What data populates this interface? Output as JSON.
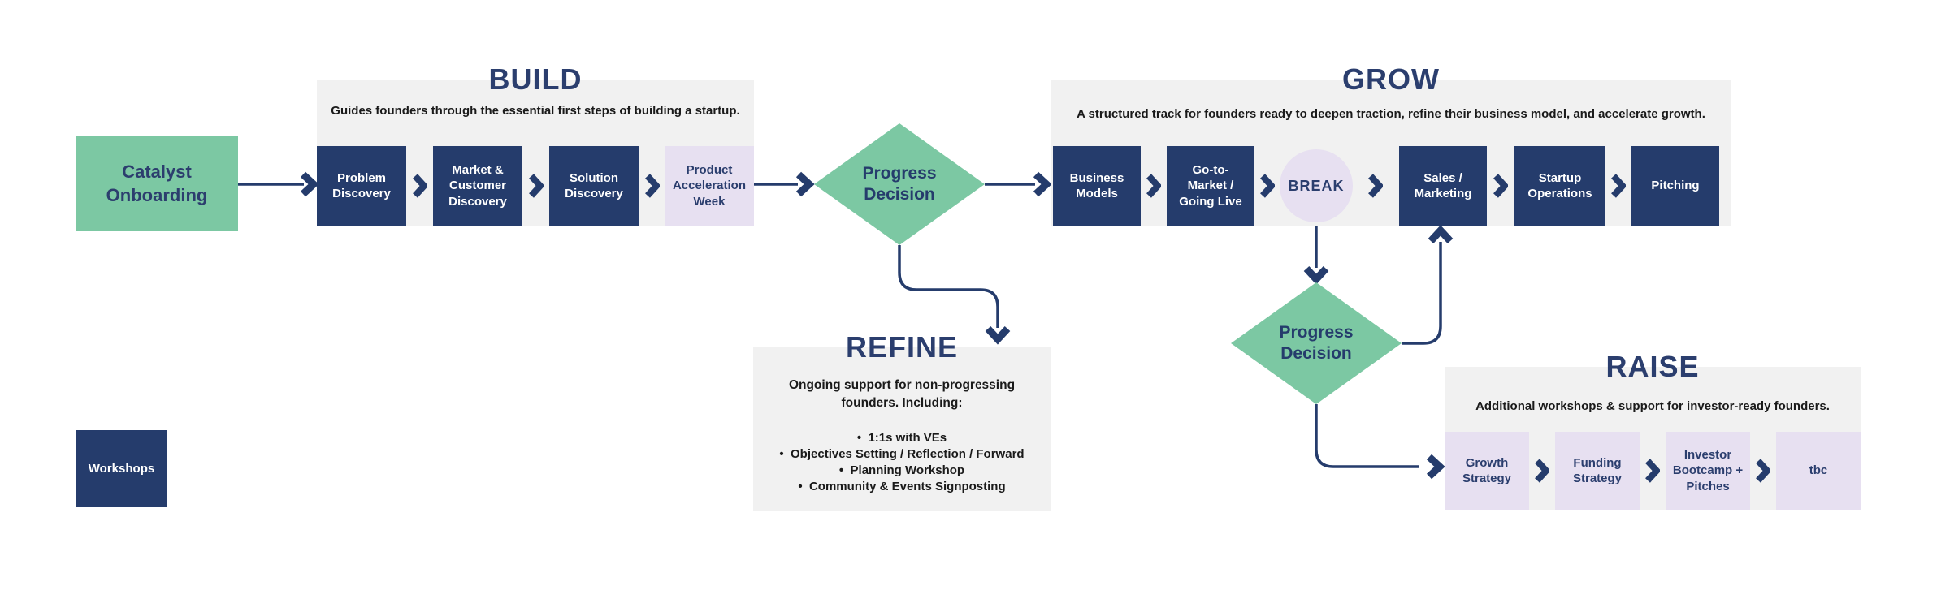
{
  "palette": {
    "navy": "#253c6c",
    "green": "#7cc8a3",
    "lavender": "#e7e0f1",
    "panel_gray": "#f1f1f1",
    "title_navy": "#2b3e6e",
    "text_dark": "#1a1a1a"
  },
  "start": {
    "label": "Catalyst Onboarding"
  },
  "legend": {
    "workshops_label": "Workshops"
  },
  "decision1": {
    "label": "Progress Decision"
  },
  "decision2": {
    "label": "Progress Decision"
  },
  "build": {
    "title": "BUILD",
    "subtitle": "Guides founders through the essential first steps of building a startup.",
    "steps": [
      {
        "label": "Problem Discovery"
      },
      {
        "label": "Market & Customer Discovery"
      },
      {
        "label": "Solution Discovery"
      },
      {
        "label": "Product Acceleration Week"
      }
    ]
  },
  "grow": {
    "title": "GROW",
    "subtitle": "A structured track for founders ready to deepen traction, refine their business model, and accelerate growth.",
    "steps": [
      {
        "label": "Business Models"
      },
      {
        "label": "Go-to-Market / Going Live"
      },
      {
        "label": "BREAK"
      },
      {
        "label": "Sales / Marketing"
      },
      {
        "label": "Startup Operations"
      },
      {
        "label": "Pitching"
      }
    ]
  },
  "refine": {
    "title": "REFINE",
    "intro": "Ongoing support for non-progressing founders. Including:",
    "bullets": [
      "1:1s with VEs",
      "Objectives Setting / Reflection / Forward",
      "Planning Workshop",
      "Community & Events Signposting"
    ]
  },
  "raise": {
    "title": "RAISE",
    "subtitle": "Additional workshops & support for investor-ready founders.",
    "steps": [
      {
        "label": "Growth Strategy"
      },
      {
        "label": "Funding Strategy"
      },
      {
        "label": "Investor Bootcamp + Pitches"
      },
      {
        "label": "tbc"
      }
    ]
  }
}
